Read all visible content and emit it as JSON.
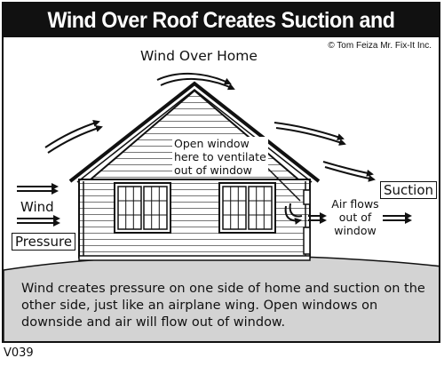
{
  "title": "Wind Over Roof Creates Suction and Pressure",
  "copyright": "© Tom Feiza Mr. Fix-It Inc.",
  "labels": {
    "wind_over_home": "Wind Over Home",
    "open_window": [
      "Open window",
      "here to ventilate",
      "out of window"
    ],
    "wind": "Wind",
    "pressure": "Pressure",
    "suction": "Suction",
    "air_flows": [
      "Air flows",
      "out of",
      "window"
    ]
  },
  "caption": "Wind creates pressure on one side of home and suction on the other side, just like an airplane wing.  Open windows on downside and air will flow out of window.",
  "code": "V039",
  "colors": {
    "title_bg": "#111111",
    "ground": "#d3d3d3"
  }
}
